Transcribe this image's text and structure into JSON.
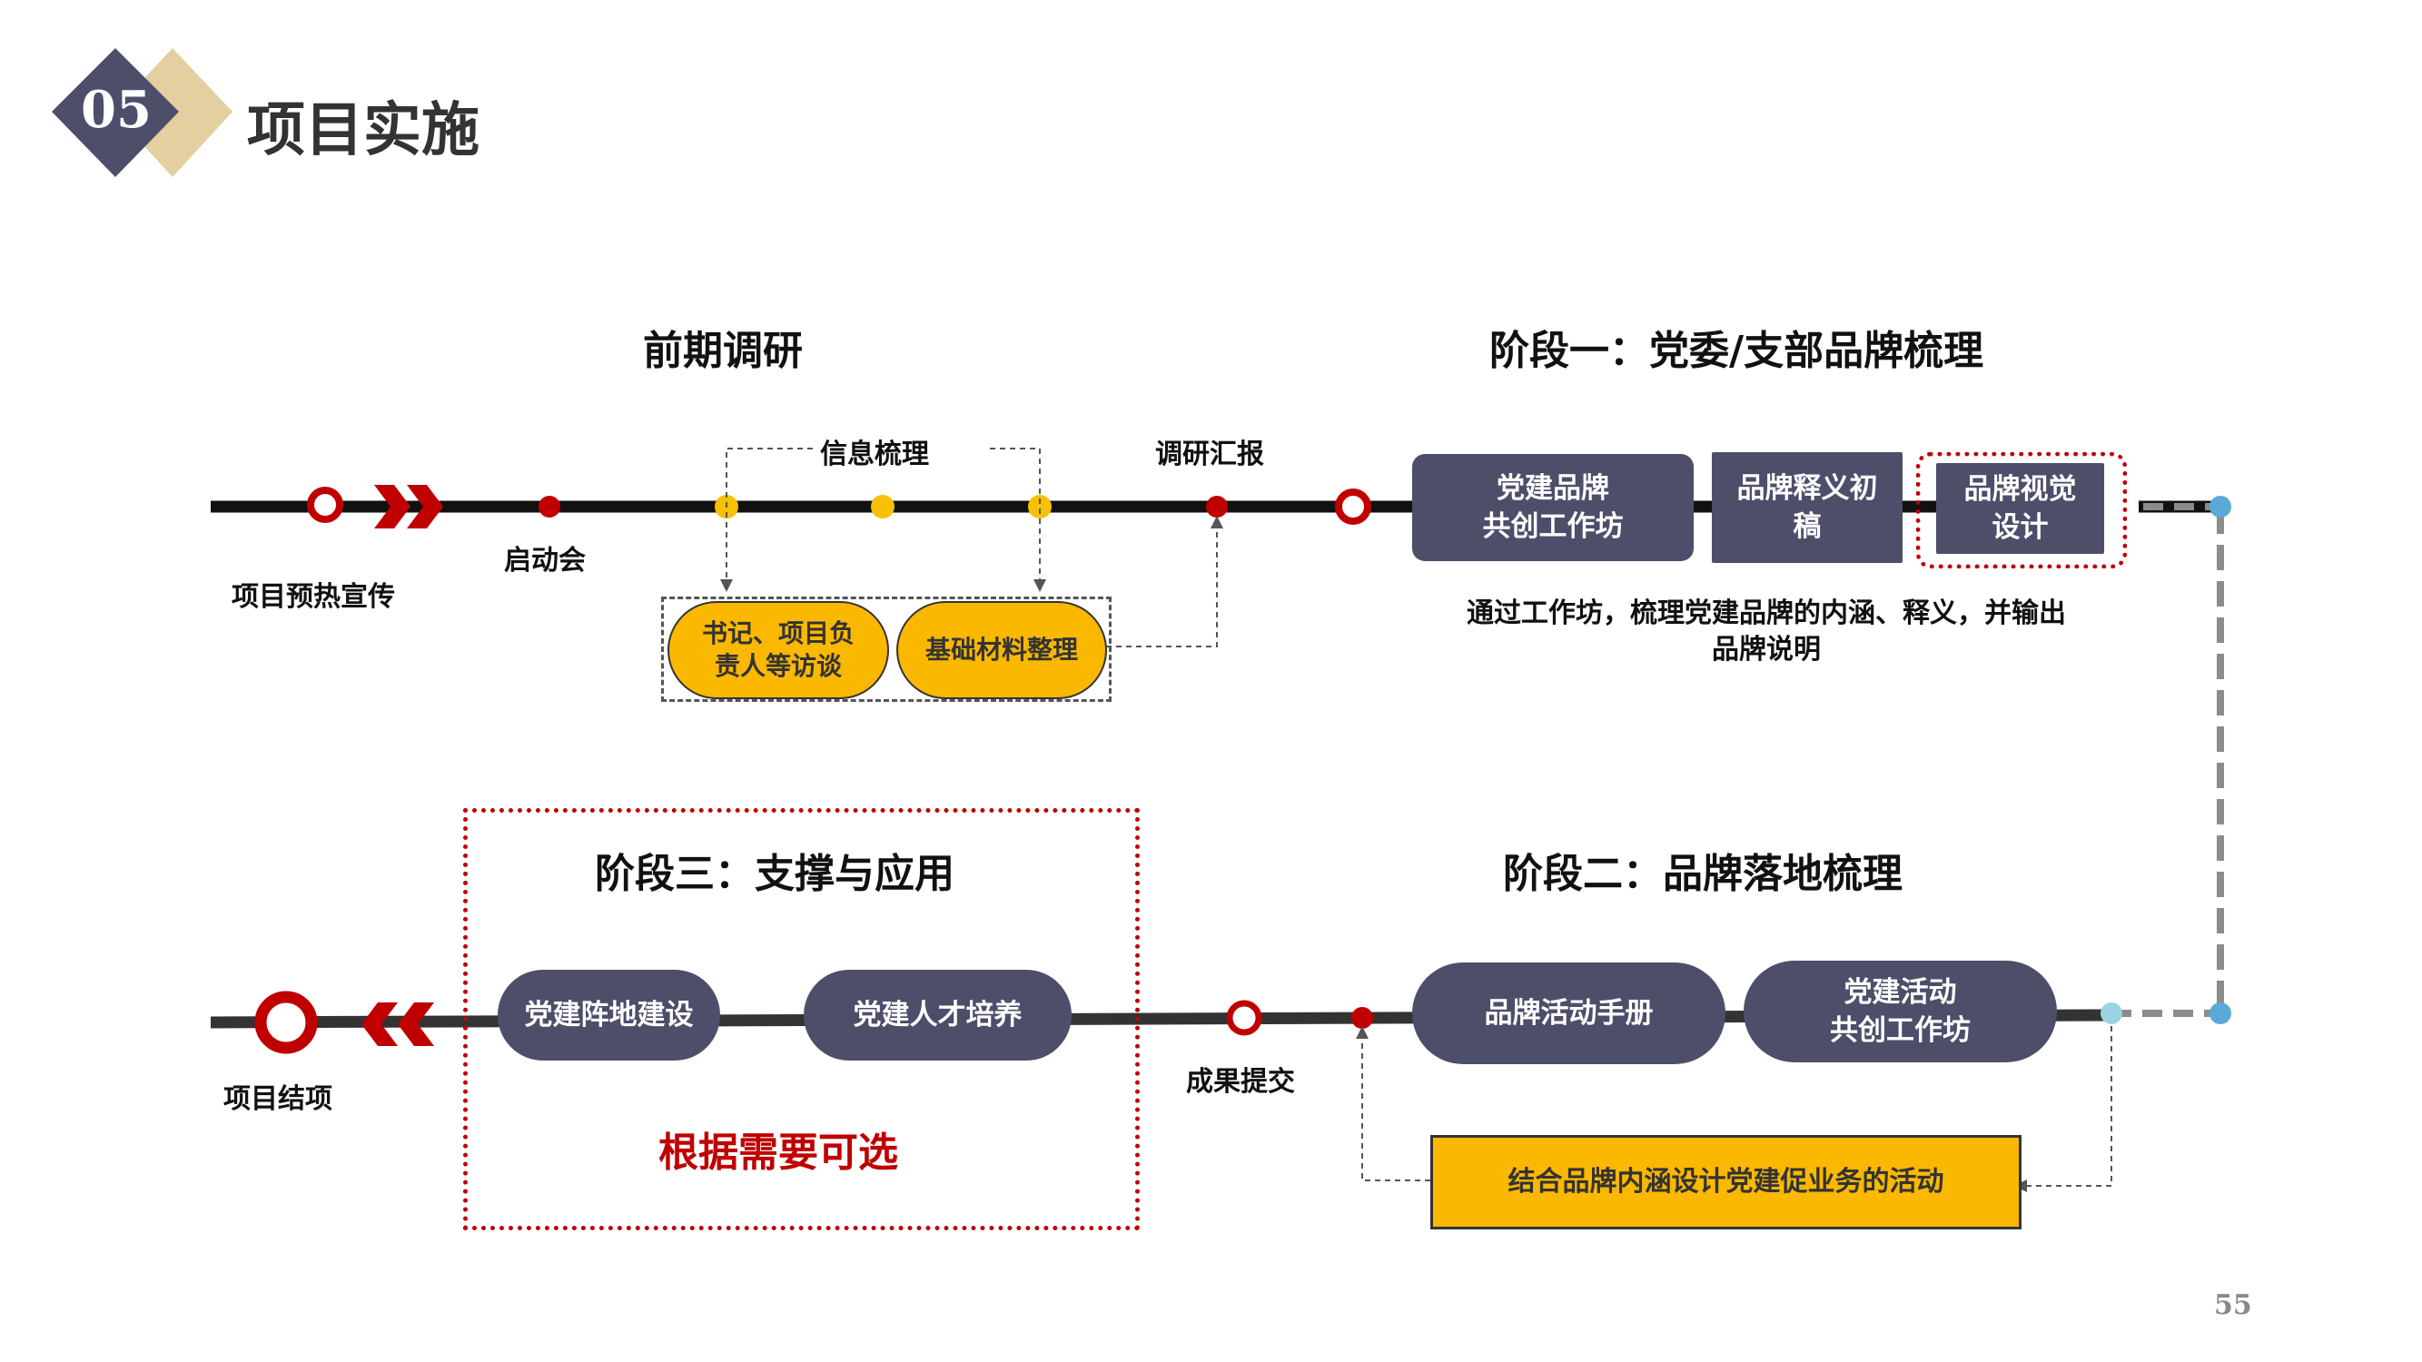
{
  "header": {
    "badge_number": "05",
    "title": "项目实施",
    "page_number": "55"
  },
  "top": {
    "stage_pre": "前期调研",
    "stage_one": "阶段一：党委/支部品牌梳理",
    "start_label": "项目预热宣传",
    "kickoff_label": "启动会",
    "info_label": "信息梳理",
    "report_label": "调研汇报",
    "box_interview": "书记、项目负\n责人等访谈",
    "box_materials": "基础材料整理",
    "box_workshop": "党建品牌\n共创工作坊",
    "box_draft": "品牌释义初\n稿",
    "box_visual": "品牌视觉\n设计",
    "desc_line1": "通过工作坊，梳理党建品牌的内涵、释义，并输出",
    "desc_line2": "品牌说明"
  },
  "bottom": {
    "stage_three": "阶段三：支撑与应用",
    "stage_two": "阶段二：品牌落地梳理",
    "end_label": "项目结项",
    "box_base": "党建阵地建设",
    "box_talent": "党建人才培养",
    "optional_label": "根据需要可选",
    "result_label": "成果提交",
    "box_manual": "品牌活动手册",
    "box_activity_workshop": "党建活动\n共创工作坊",
    "box_combine": "结合品牌内涵设计党建促业务的活动"
  },
  "colors": {
    "navy": "#4d4e69",
    "gold": "#e3cfa0",
    "red": "#c00000",
    "yellow": "#fbb800",
    "cyan": "#5aa9d6"
  }
}
